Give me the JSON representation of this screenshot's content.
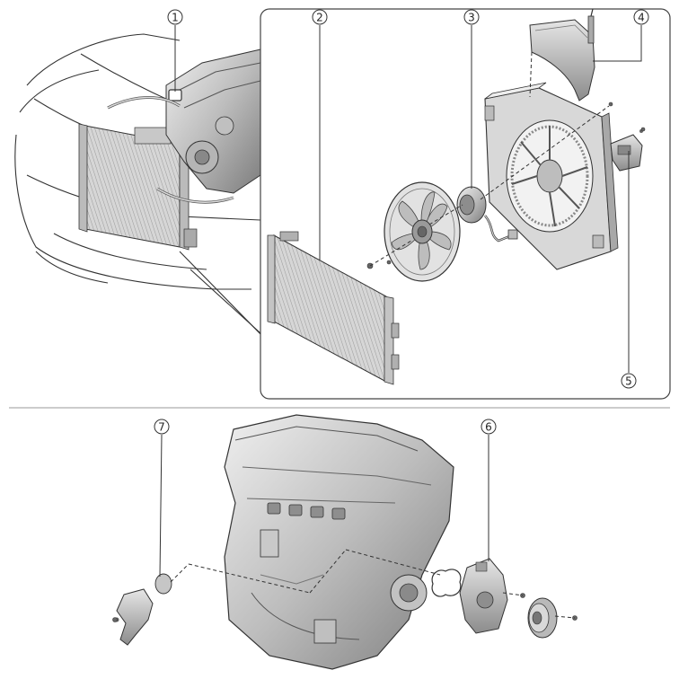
{
  "diagram": {
    "callouts": [
      {
        "id": "1",
        "label": "1"
      },
      {
        "id": "2",
        "label": "2"
      },
      {
        "id": "3",
        "label": "3"
      },
      {
        "id": "4",
        "label": "4"
      },
      {
        "id": "5",
        "label": "5"
      },
      {
        "id": "6",
        "label": "6"
      },
      {
        "id": "7",
        "label": "7"
      }
    ],
    "colors": {
      "line": "#333333",
      "part_fill": "#cfcfcf",
      "part_dark": "#8a8a8a",
      "part_light": "#e8e8e8",
      "frame": "#444444",
      "separator": "#999999"
    },
    "icons": [
      "vehicle-front-outline",
      "radiator-assembly",
      "cooling-fan",
      "fan-motor",
      "fan-shroud",
      "coolant-reservoir",
      "fan-controller",
      "engine-block",
      "water-pump",
      "pulley",
      "thermostat-housing"
    ]
  }
}
